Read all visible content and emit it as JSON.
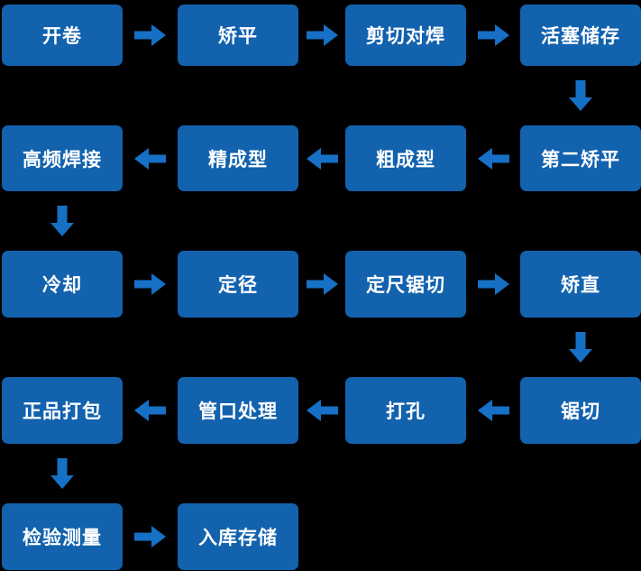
{
  "diagram": {
    "type": "process-flowchart",
    "colors": {
      "background_color": "#000000",
      "node_color": "#1262AE",
      "arrow_color": "#1670C6",
      "text_color": "#FFFFFF"
    },
    "nodes": [
      {
        "label": "开卷"
      },
      {
        "label": "矫平"
      },
      {
        "label": "剪切对焊"
      },
      {
        "label": "活塞储存"
      },
      {
        "label": "第二矫平"
      },
      {
        "label": "粗成型"
      },
      {
        "label": "精成型"
      },
      {
        "label": "高频焊接"
      },
      {
        "label": "冷却"
      },
      {
        "label": "定径"
      },
      {
        "label": "定尺锯切"
      },
      {
        "label": "矫直"
      },
      {
        "label": "锯切"
      },
      {
        "label": "打孔"
      },
      {
        "label": "管口处理"
      },
      {
        "label": "正品打包"
      },
      {
        "label": "检验测量"
      },
      {
        "label": "入库存储"
      }
    ],
    "connections": [
      {
        "from": "开卷",
        "to": "矫平"
      },
      {
        "from": "矫平",
        "to": "剪切对焊"
      },
      {
        "from": "剪切对焊",
        "to": "活塞储存"
      },
      {
        "from": "活塞储存",
        "to": "第二矫平"
      },
      {
        "from": "第二矫平",
        "to": "粗成型"
      },
      {
        "from": "粗成型",
        "to": "精成型"
      },
      {
        "from": "精成型",
        "to": "高频焊接"
      },
      {
        "from": "高频焊接",
        "to": "冷却"
      },
      {
        "from": "冷却",
        "to": "定径"
      },
      {
        "from": "定径",
        "to": "定尺锯切"
      },
      {
        "from": "定尺锯切",
        "to": "矫直"
      },
      {
        "from": "矫直",
        "to": "锯切"
      },
      {
        "from": "锯切",
        "to": "打孔"
      },
      {
        "from": "打孔",
        "to": "管口处理"
      },
      {
        "from": "管口处理",
        "to": "正品打包"
      },
      {
        "from": "正品打包",
        "to": "检验测量"
      },
      {
        "from": "检验测量",
        "to": "入库存储"
      }
    ]
  }
}
